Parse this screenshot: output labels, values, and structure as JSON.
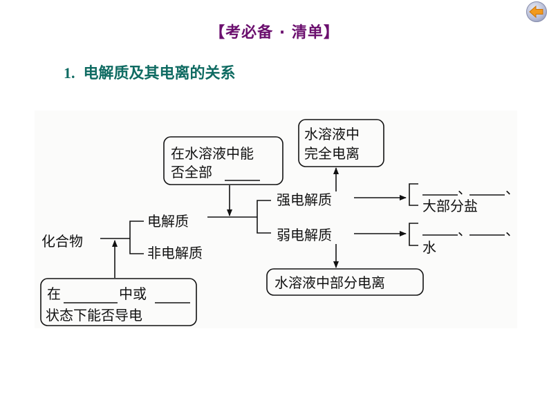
{
  "header": {
    "section_title": "【考必备 · 清单】",
    "subtitle_number": "1.",
    "subtitle_text": "电解质及其电离的关系",
    "back_button": {
      "icon": "back-arrow-icon",
      "label": ""
    }
  },
  "colors": {
    "section_title": "#6b0f6e",
    "subtitle": "#0f6b62",
    "back_arrow": "#f29a1d"
  },
  "diagram": {
    "root": "化合物",
    "criterion_box": {
      "line1": "在______中或____",
      "line1_parts": [
        "在",
        "中或"
      ],
      "line2": "状态下能否导电"
    },
    "branches": {
      "electrolyte": "电解质",
      "non_electrolyte": "非电解质"
    },
    "ionization_box": {
      "line1": "在水溶液中能",
      "line2": "否全部____"
    },
    "strong": {
      "label": "强电解质",
      "property_box": {
        "line1": "水溶液中",
        "line2": "完全电离"
      },
      "examples_line1": "____、____、",
      "examples_line2": "大部分盐"
    },
    "weak": {
      "label": "弱电解质",
      "property_box": "水溶液中部分电离",
      "examples_line1": "____、____、",
      "examples_line2": "水"
    },
    "separator": "、"
  }
}
